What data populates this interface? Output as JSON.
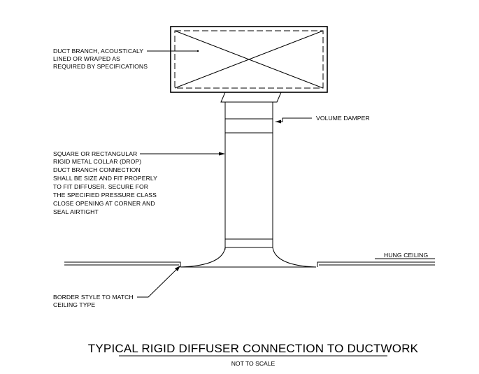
{
  "labels": {
    "duct_branch": [
      "DUCT BRANCH, ACOUSTICALY",
      "LINED OR WRAPED AS",
      "REQUIRED BY SPECIFICATIONS"
    ],
    "volume_damper": "VOLUME DAMPER",
    "collar": [
      "SQUARE OR RECTANGULAR",
      "RIGID METAL COLLAR  (DROP)",
      "DUCT BRANCH CONNECTION",
      "SHALL BE SIZE AND FIT PROPERLY",
      "TO FIT DIFFUSER. SECURE FOR",
      "THE SPECIFIED PRESSURE CLASS",
      "CLOSE OPENING AT CORNER AND",
      "SEAL AIRTIGHT"
    ],
    "hung_ceiling": "HUNG CEILING",
    "border_style": [
      "BORDER STYLE TO MATCH",
      "CEILING TYPE"
    ]
  },
  "title": "TYPICAL RIGID DIFFUSER CONNECTION TO DUCTWORK",
  "subtitle": "NOT TO SCALE",
  "colors": {
    "line": "#000000",
    "background": "#ffffff"
  }
}
